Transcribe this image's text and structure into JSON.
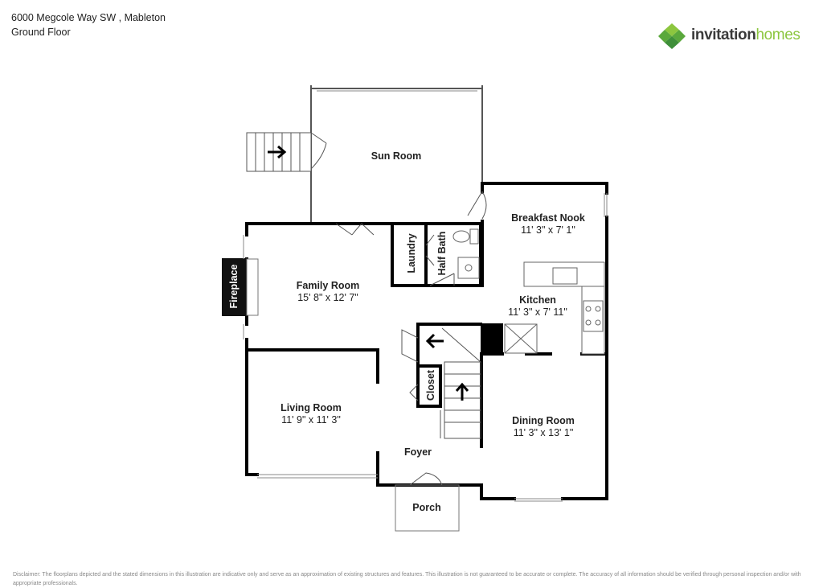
{
  "header": {
    "address": "6000 Megcole Way SW , Mableton",
    "floor": "Ground Floor"
  },
  "logo": {
    "brand_prefix": "invitation",
    "brand_suffix": "homes",
    "colors": {
      "light_green": "#8cc63f",
      "dark_green": "#3f8f3a",
      "text": "#3a3a3a"
    }
  },
  "rooms": {
    "sun_room": {
      "name": "Sun Room"
    },
    "breakfast_nook": {
      "name": "Breakfast Nook",
      "dims": "11' 3\" x 7' 1\""
    },
    "family_room": {
      "name": "Family Room",
      "dims": "15' 8\" x 12' 7\""
    },
    "kitchen": {
      "name": "Kitchen",
      "dims": "11' 3\" x 7' 11\""
    },
    "living_room": {
      "name": "Living Room",
      "dims": "11' 9\" x 11' 3\""
    },
    "dining_room": {
      "name": "Dining Room",
      "dims": "11' 3\" x 13' 1\""
    },
    "foyer": {
      "name": "Foyer"
    },
    "porch": {
      "name": "Porch"
    },
    "laundry": {
      "name": "Laundry"
    },
    "half_bath": {
      "name": "Half Bath"
    },
    "closet": {
      "name": "Closet"
    },
    "fireplace": {
      "name": "Fireplace"
    }
  },
  "disclaimer": "Disclaimer: The floorplans depicted and the stated dimensions in this illustration are indicative only and serve as an approximation of existing structures and features. This illustration is not guaranteed to be accurate or complete. The accuracy of all information should be verified through personal inspection and/or with appropriate professionals."
}
